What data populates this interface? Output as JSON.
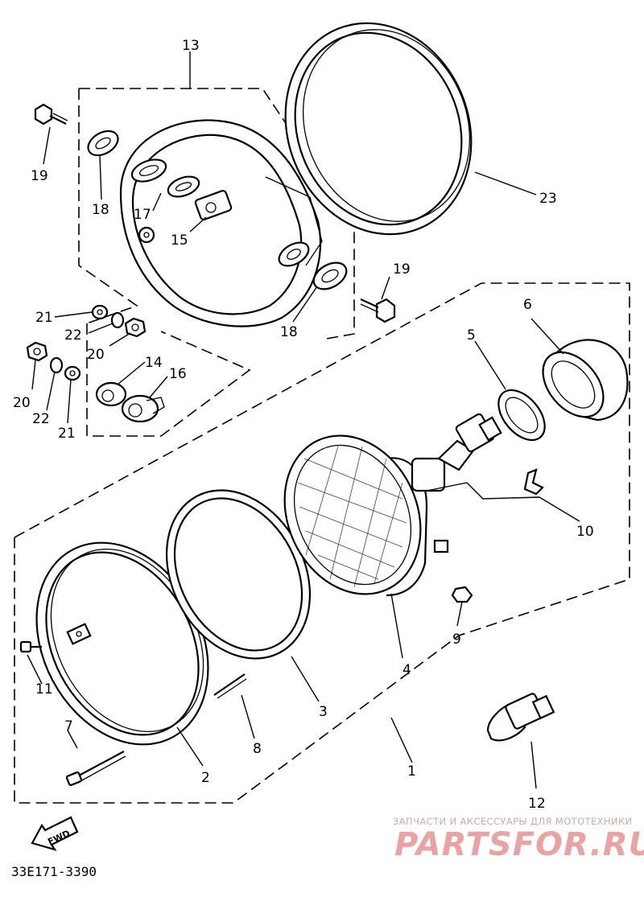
{
  "diagram": {
    "labels": {
      "p1": "1",
      "p2": "2",
      "p3": "3",
      "p4": "4",
      "p5": "5",
      "p6": "6",
      "p7": "7",
      "p8": "8",
      "p9": "9",
      "p10": "10",
      "p11": "11",
      "p12": "12",
      "p13": "13",
      "p14": "14",
      "p15": "15",
      "p16": "16",
      "p17": "17",
      "p18": "18",
      "p19": "19",
      "p20": "20",
      "p21": "21",
      "p22": "22",
      "p23": "23"
    },
    "fwd_label": "FWD",
    "code": "33E171-3390"
  },
  "watermark": {
    "caption": "ЗАПЧАСТИ И АКСЕССУАРЫ ДЛЯ МОТОТЕХНИКИ",
    "logo": "PARTSFOR.RU"
  }
}
